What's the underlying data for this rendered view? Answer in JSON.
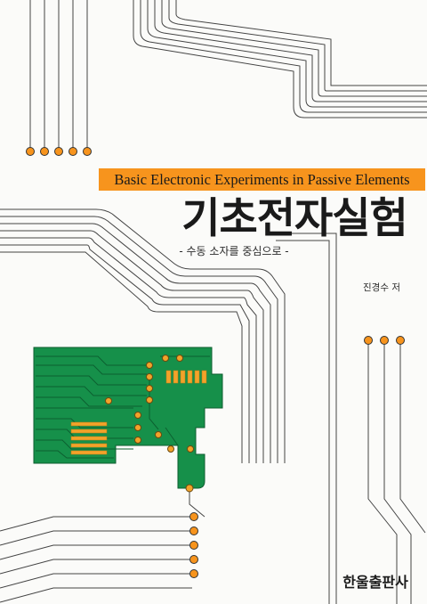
{
  "book": {
    "english_title": "Basic Electronic Experiments in Passive Elements",
    "title": "기초전자실험",
    "subtitle": "- 수동 소자를 중심으로 -",
    "author": "진경수 저",
    "publisher": "한울출판사"
  },
  "colors": {
    "accent_orange": "#f7941d",
    "pcb_green": "#16904a",
    "trace_gray": "#444444",
    "text": "#1a1a1a"
  }
}
